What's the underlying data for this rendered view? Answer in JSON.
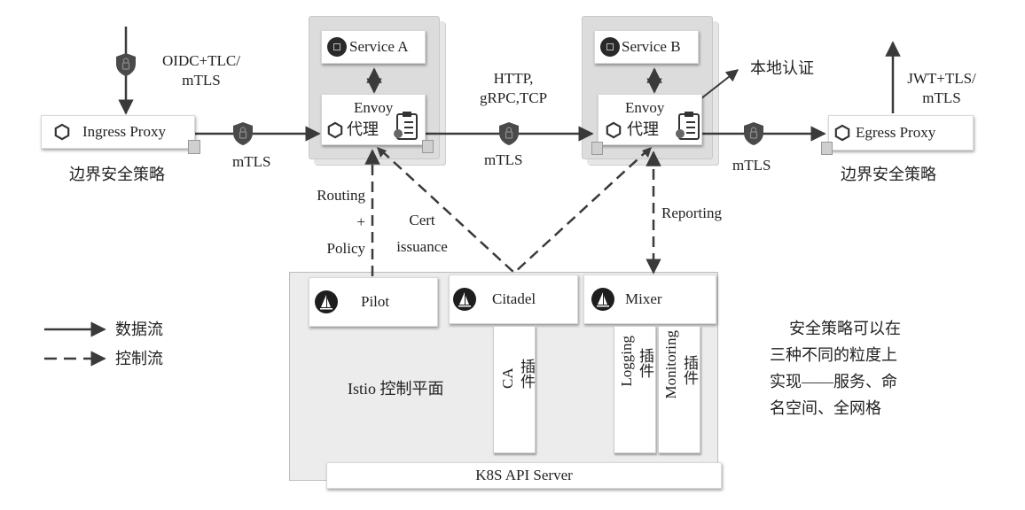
{
  "ingress": {
    "label": "Ingress Proxy",
    "inbound_protocol_line1": "OIDC+TLC/",
    "inbound_protocol_line2": "mTLS",
    "caption": "边界安全策略"
  },
  "egress": {
    "label": "Egress Proxy",
    "outbound_protocol_line1": "JWT+TLS/",
    "outbound_protocol_line2": "mTLS",
    "caption": "边界安全策略"
  },
  "links": {
    "ingress_to_a": "mTLS",
    "a_to_b_line1": "HTTP,",
    "a_to_b_line2": "gRPC,TCP",
    "a_to_b_security": "mTLS",
    "b_to_egress": "mTLS",
    "local_auth": "本地认证"
  },
  "service_a": {
    "service_label": "Service A",
    "envoy_line1": "Envoy",
    "envoy_line2": "代理"
  },
  "service_b": {
    "service_label": "Service B",
    "envoy_line1": "Envoy",
    "envoy_line2": "代理"
  },
  "control_flows": {
    "routing_line1": "Routing",
    "routing_line2": "+",
    "routing_line3": "Policy",
    "cert_line1": "Cert",
    "cert_line2": "issuance",
    "reporting": "Reporting"
  },
  "control_plane": {
    "title": "Istio 控制平面",
    "pilot": "Pilot",
    "citadel": "Citadel",
    "mixer": "Mixer",
    "ca_plugin_en": "CA",
    "ca_plugin_cn": "插件",
    "logging_plugin_en": "Logging",
    "logging_plugin_cn": "插件",
    "monitoring_plugin_en": "Monitoring",
    "monitoring_plugin_cn": "插件",
    "api_server": "K8S API Server"
  },
  "legend": {
    "data_flow": "数据流",
    "control_flow": "控制流"
  },
  "note": {
    "line1": "安全策略可以在",
    "line2": "三种不同的粒度上",
    "line3": "实现——服务、命",
    "line4": "名空间、全网格"
  },
  "colors": {
    "arrow": "#3a3a3a",
    "shield": "#4a4a4a",
    "pod_bg": "#dcdcdc",
    "plane_bg": "#ececec"
  }
}
